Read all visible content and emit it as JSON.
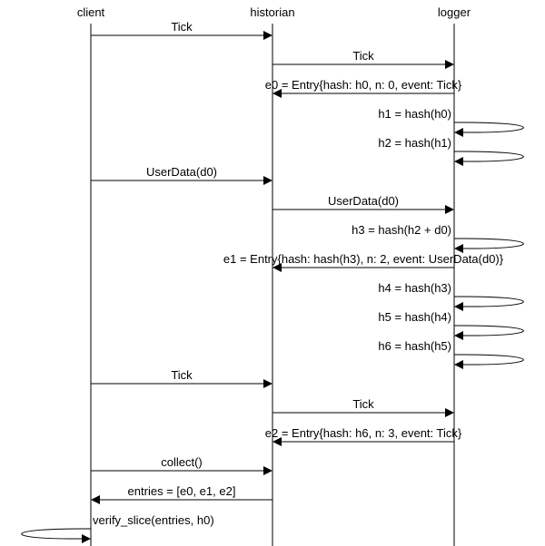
{
  "participants": [
    {
      "id": "client",
      "name": "client"
    },
    {
      "id": "historian",
      "name": "historian"
    },
    {
      "id": "logger",
      "name": "logger"
    }
  ],
  "messages": [
    {
      "from": "client",
      "to": "historian",
      "label": "Tick"
    },
    {
      "from": "historian",
      "to": "logger",
      "label": "Tick"
    },
    {
      "from": "logger",
      "to": "historian",
      "label": "e0 = Entry{hash: h0, n: 0, event: Tick}"
    },
    {
      "from": "logger",
      "to": "logger",
      "label": "h1 = hash(h0)"
    },
    {
      "from": "logger",
      "to": "logger",
      "label": "h2 = hash(h1)"
    },
    {
      "from": "client",
      "to": "historian",
      "label": "UserData(d0)"
    },
    {
      "from": "historian",
      "to": "logger",
      "label": "UserData(d0)"
    },
    {
      "from": "logger",
      "to": "logger",
      "label": "h3 = hash(h2 + d0)"
    },
    {
      "from": "logger",
      "to": "historian",
      "label": "e1 = Entry{hash: hash(h3), n: 2, event: UserData(d0)}"
    },
    {
      "from": "logger",
      "to": "logger",
      "label": "h4 = hash(h3)"
    },
    {
      "from": "logger",
      "to": "logger",
      "label": "h5 = hash(h4)"
    },
    {
      "from": "logger",
      "to": "logger",
      "label": "h6 = hash(h5)"
    },
    {
      "from": "client",
      "to": "historian",
      "label": "Tick"
    },
    {
      "from": "historian",
      "to": "logger",
      "label": "Tick"
    },
    {
      "from": "logger",
      "to": "historian",
      "label": "e2 = Entry{hash: h6, n: 3, event: Tick}"
    },
    {
      "from": "client",
      "to": "historian",
      "label": "collect()"
    },
    {
      "from": "historian",
      "to": "client",
      "label": "entries = [e0, e1, e2]"
    },
    {
      "from": "client",
      "to": "client",
      "label": "verify_slice(entries, h0)"
    }
  ]
}
